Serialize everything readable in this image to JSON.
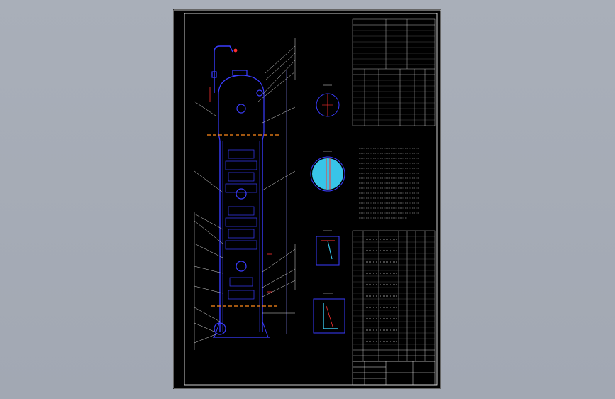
{
  "canvas": {
    "background_color": "#a6acb6",
    "sheet_color": "#000000"
  },
  "drawing": {
    "line_colors": {
      "vessel": "#3a3cff",
      "border": "#ffffff",
      "centerline": "#ff8a1a",
      "detail": "#ff3030",
      "fill": "#38c4e8"
    },
    "title_block_text": "",
    "technical_notes_heading": "",
    "detail_views": [
      "detail-view-1",
      "detail-view-2",
      "detail-view-3",
      "detail-view-4"
    ]
  }
}
